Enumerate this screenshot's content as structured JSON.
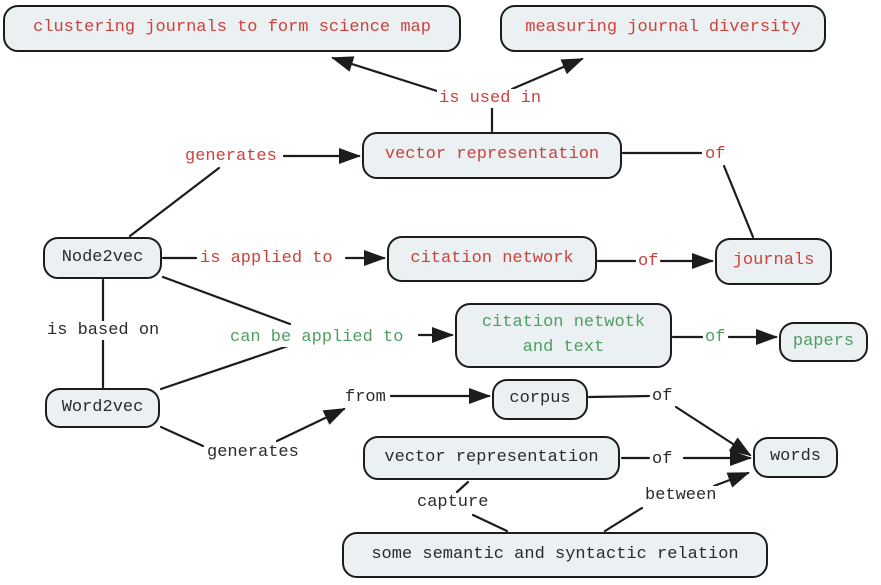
{
  "colors": {
    "red": "#cb423d",
    "green": "#4f9e62",
    "ink": "#1c1c1c",
    "text_ink": "#2b2b2b",
    "node_fill": "#ebf1f2",
    "page_bg": "#ffffff"
  },
  "nodes": {
    "clustering": {
      "label": "clustering journals to form science map",
      "color": "red"
    },
    "diversity": {
      "label": "measuring journal diversity",
      "color": "red"
    },
    "vector_rep_red": {
      "label": "vector representation",
      "color": "red"
    },
    "node2vec": {
      "label": "Node2vec",
      "color": "black"
    },
    "citation_network": {
      "label": "citation network",
      "color": "red"
    },
    "journals": {
      "label": "journals",
      "color": "red"
    },
    "citation_text": {
      "label": "citation netwotk\nand text",
      "color": "green"
    },
    "papers": {
      "label": "papers",
      "color": "green"
    },
    "word2vec": {
      "label": "Word2vec",
      "color": "black"
    },
    "corpus": {
      "label": "corpus",
      "color": "black"
    },
    "vector_rep_black": {
      "label": "vector representation",
      "color": "black"
    },
    "words": {
      "label": "words",
      "color": "black"
    },
    "relation": {
      "label": "some semantic and syntactic relation",
      "color": "black"
    }
  },
  "edge_labels": {
    "is_used_in": {
      "label": "is used in",
      "color": "red"
    },
    "generates_red": {
      "label": "generates",
      "color": "red"
    },
    "of_top_right": {
      "label": "of",
      "color": "red"
    },
    "is_applied_to": {
      "label": "is applied to",
      "color": "red"
    },
    "of_citation": {
      "label": "of",
      "color": "red"
    },
    "is_based_on": {
      "label": "is based on",
      "color": "black"
    },
    "can_be_applied_to": {
      "label": "can be applied to",
      "color": "green"
    },
    "of_papers": {
      "label": "of",
      "color": "green"
    },
    "from": {
      "label": "from",
      "color": "black"
    },
    "generates_black": {
      "label": "generates",
      "color": "black"
    },
    "of_corpus": {
      "label": "of",
      "color": "black"
    },
    "of_vector": {
      "label": "of",
      "color": "black"
    },
    "capture": {
      "label": "capture",
      "color": "black"
    },
    "between": {
      "label": "between",
      "color": "black"
    }
  }
}
